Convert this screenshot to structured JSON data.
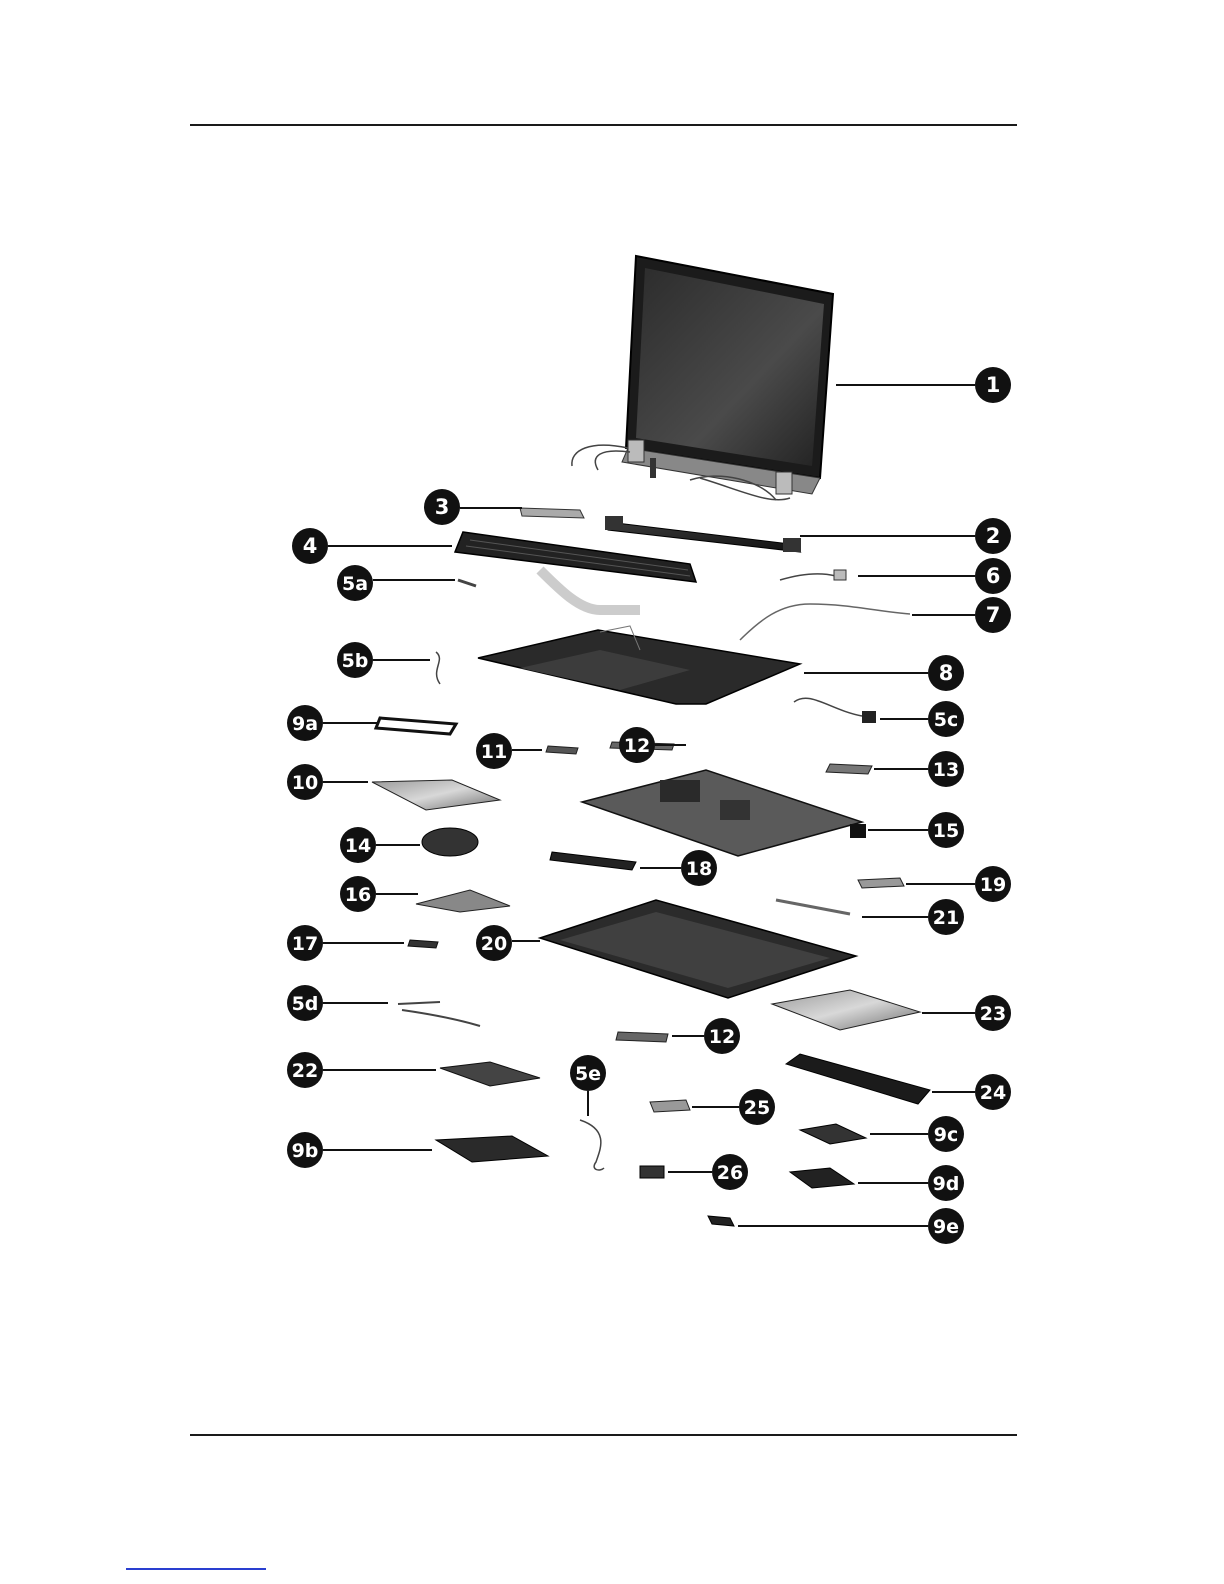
{
  "diagram": {
    "callouts": [
      {
        "label": "1"
      },
      {
        "label": "2"
      },
      {
        "label": "3"
      },
      {
        "label": "4"
      },
      {
        "label": "5a"
      },
      {
        "label": "6"
      },
      {
        "label": "7"
      },
      {
        "label": "5b"
      },
      {
        "label": "8"
      },
      {
        "label": "9a"
      },
      {
        "label": "5c"
      },
      {
        "label": "11"
      },
      {
        "label": "12"
      },
      {
        "label": "13"
      },
      {
        "label": "10"
      },
      {
        "label": "15"
      },
      {
        "label": "14"
      },
      {
        "label": "18"
      },
      {
        "label": "19"
      },
      {
        "label": "16"
      },
      {
        "label": "21"
      },
      {
        "label": "17"
      },
      {
        "label": "20"
      },
      {
        "label": "5d"
      },
      {
        "label": "23"
      },
      {
        "label": "12"
      },
      {
        "label": "22"
      },
      {
        "label": "5e"
      },
      {
        "label": "24"
      },
      {
        "label": "25"
      },
      {
        "label": "9b"
      },
      {
        "label": "9c"
      },
      {
        "label": "26"
      },
      {
        "label": "9d"
      },
      {
        "label": "9e"
      }
    ]
  }
}
